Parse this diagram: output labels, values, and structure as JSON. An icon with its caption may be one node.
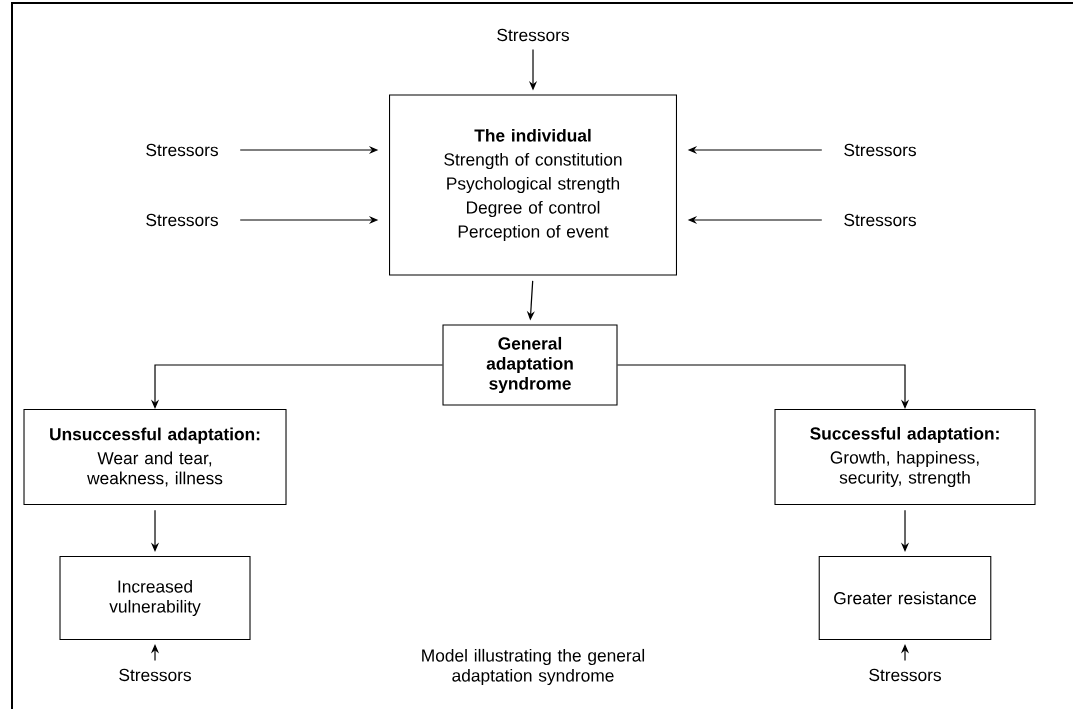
{
  "diagram": {
    "caption": "Model illustrating the general adaptation syndrome",
    "nodes": [
      {
        "text": [
          "Stressors"
        ]
      },
      {
        "text": [
          "The individual",
          "Strength of constitution",
          "Psychological strength",
          "Degree of control",
          "Perception of event"
        ]
      },
      {
        "text": [
          "Stressors"
        ]
      },
      {
        "text": [
          "Stressors"
        ]
      },
      {
        "text": [
          "Stressors"
        ]
      },
      {
        "text": [
          "Stressors"
        ]
      },
      {
        "text": [
          "General adaptation syndrome"
        ]
      },
      {
        "text": [
          "Unsuccessful adaptation:",
          "Wear and tear, weakness, illness"
        ]
      },
      {
        "text": [
          "Successful adaptation:",
          "Growth, happiness, security, strength"
        ]
      },
      {
        "text": [
          "Increased vulnerability"
        ]
      },
      {
        "text": [
          "Greater resistance"
        ]
      },
      {
        "text": [
          "Stressors"
        ]
      },
      {
        "text": [
          "Stressors"
        ]
      }
    ],
    "edges": [
      {
        "from": 0,
        "to": 1,
        "arrow": "to"
      },
      {
        "from": 2,
        "to": 1,
        "arrow": "to"
      },
      {
        "from": 3,
        "to": 1,
        "arrow": "to"
      },
      {
        "from": 4,
        "to": 1,
        "arrow": "to"
      },
      {
        "from": 5,
        "to": 1,
        "arrow": "to"
      },
      {
        "from": 1,
        "to": 6,
        "arrow": "to"
      },
      {
        "from": 6,
        "to": 7,
        "arrow": "to"
      },
      {
        "from": 6,
        "to": 8,
        "arrow": "to"
      },
      {
        "from": 7,
        "to": 9,
        "arrow": "to"
      },
      {
        "from": 8,
        "to": 10,
        "arrow": "to"
      },
      {
        "from": 11,
        "to": 9,
        "arrow": "to"
      },
      {
        "from": 12,
        "to": 10,
        "arrow": "to"
      }
    ]
  }
}
